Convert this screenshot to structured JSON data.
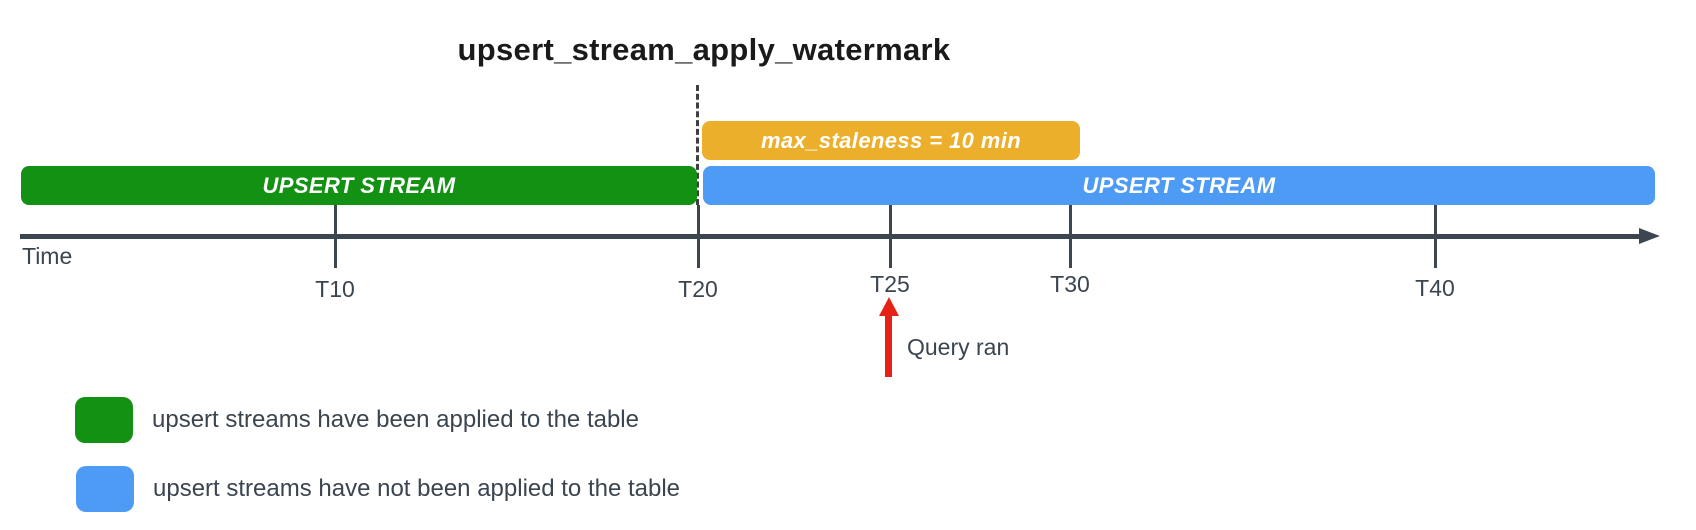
{
  "title": "upsert_stream_apply_watermark",
  "bars": {
    "applied": {
      "label": "UPSERT STREAM",
      "color": "#129113"
    },
    "not_applied": {
      "label": "UPSERT STREAM",
      "color": "#4D9BF5"
    },
    "staleness": {
      "label": "max_staleness = 10 min",
      "color": "#ECAF2B"
    }
  },
  "timeline": {
    "axis_label": "Time",
    "axis_color": "#3C4650",
    "ticks": [
      {
        "label": "T10"
      },
      {
        "label": "T20"
      },
      {
        "label": "T25"
      },
      {
        "label": "T30"
      },
      {
        "label": "T40"
      }
    ]
  },
  "annotation": {
    "query_ran": "Query ran",
    "arrow_color": "#E62217"
  },
  "legend": {
    "items": [
      {
        "label": "upsert streams have been applied to the table",
        "color": "#129113"
      },
      {
        "label": "upsert streams have not been applied to the table",
        "color": "#4D9BF5"
      }
    ]
  }
}
